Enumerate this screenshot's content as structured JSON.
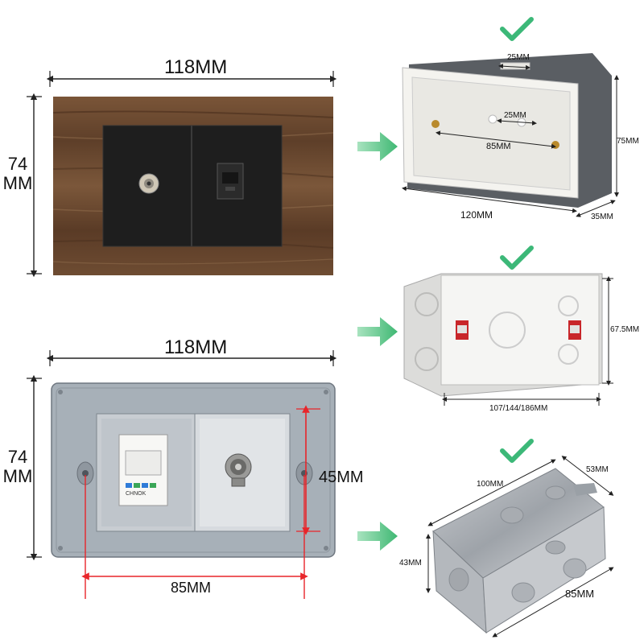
{
  "front_panel": {
    "width_label": "118MM",
    "height_value": "74",
    "height_unit": "MM"
  },
  "back_panel": {
    "width_label": "118MM",
    "height_value": "74",
    "height_unit": "MM",
    "screw_spacing_label": "85MM",
    "module_height_label": "45MM",
    "keystone_brand": "CHNOK"
  },
  "box_1": {
    "slot_label": "25MM",
    "hole_spacing_label": "25MM",
    "screw_spacing_label": "85MM",
    "length_label": "120MM",
    "height_label": "75MM",
    "depth_label": "35MM"
  },
  "box_2": {
    "height_label": "67.5MM",
    "length_label": "107/144/186MM"
  },
  "box_3": {
    "length_label": "100MM",
    "width_label": "53MM",
    "height_label": "43MM",
    "bottom_label": "85MM"
  },
  "colors": {
    "check_green": "#3cb878",
    "arrow_green": "#5fc98a",
    "dimension_red": "#e8252a",
    "wood": "#6b4a33",
    "panel_black": "#1e1e1e",
    "back_gray": "#a7b0b8"
  }
}
